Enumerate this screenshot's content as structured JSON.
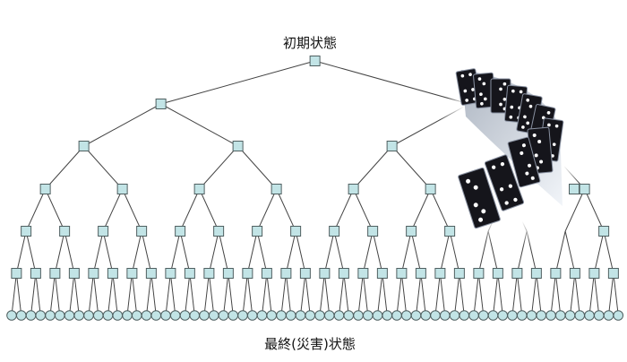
{
  "title_top": "初期状態",
  "title_bottom": "最終(災害)状態",
  "tree": {
    "levels": 7,
    "branching": 2,
    "leaf_count": 64
  },
  "image": {
    "subject": "falling-dominoes-icon"
  },
  "colors": {
    "node_fill": "#c2e4e6",
    "node_stroke": "#4f5f60",
    "edge": "#444444"
  }
}
